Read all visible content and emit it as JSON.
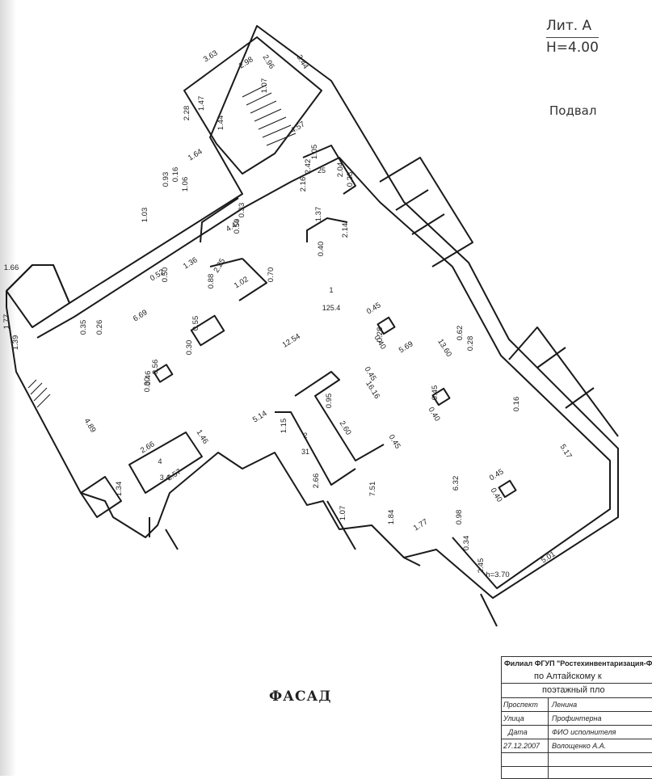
{
  "header": {
    "lit": "Лит. А",
    "height": "H=4.00",
    "level": "Подвал"
  },
  "facade_label": "ФАСАД",
  "stamp": {
    "org": "Филиал ФГУП \"Ростехинвентаризация-Ф",
    "dept": "по Алтайскому к",
    "title": "поэтажный пло",
    "rows": [
      {
        "label": "Проспект",
        "value": "Ленина"
      },
      {
        "label": "Улица",
        "value": "Профинтерна"
      },
      {
        "label": "Дата",
        "value": "ФИО исполнителя"
      },
      {
        "label": "27.12.2007",
        "value": "Волощенко А.А."
      }
    ]
  },
  "dimensions": [
    {
      "t": "3.63",
      "r": -32
    },
    {
      "t": "2.98",
      "r": -32
    },
    {
      "t": "2.96",
      "r": 58
    },
    {
      "t": "3.44",
      "r": 58
    },
    {
      "t": "1.47",
      "r": -90
    },
    {
      "t": "1.44",
      "r": -90
    },
    {
      "t": "2.28",
      "r": -90
    },
    {
      "t": "1.07",
      "r": -90
    },
    {
      "t": "4.57",
      "r": -32
    },
    {
      "t": "1.64",
      "r": -32
    },
    {
      "t": "0.93",
      "r": -90
    },
    {
      "t": "0.16",
      "r": -90
    },
    {
      "t": "1.06",
      "r": -90
    },
    {
      "t": "1.03",
      "r": -90
    },
    {
      "t": "1.05",
      "r": -90
    },
    {
      "t": "2.42",
      "r": -90
    },
    {
      "t": "2.04",
      "r": -90
    },
    {
      "t": "0.28",
      "r": -90
    },
    {
      "t": "2.16",
      "r": -90
    },
    {
      "t": "1.37",
      "r": -90
    },
    {
      "t": "2.14",
      "r": -90
    },
    {
      "t": "0.40",
      "r": -90
    },
    {
      "t": "0.33",
      "r": -90
    },
    {
      "t": "0.50",
      "r": -90
    },
    {
      "t": "4.47",
      "r": -32
    },
    {
      "t": "2.25",
      "r": -60
    },
    {
      "t": "1.02",
      "r": -32
    },
    {
      "t": "0.70",
      "r": -90
    },
    {
      "t": "1.36",
      "r": -32
    },
    {
      "t": "0.50",
      "r": -90
    },
    {
      "t": "0.52",
      "r": -32
    },
    {
      "t": "0.88",
      "r": -90
    },
    {
      "t": "0.35",
      "r": -90
    },
    {
      "t": "0.26",
      "r": -90
    },
    {
      "t": "6.69",
      "r": -32
    },
    {
      "t": "0.55",
      "r": -90
    },
    {
      "t": "0.30",
      "r": -90
    },
    {
      "t": "0.56",
      "r": -90
    },
    {
      "t": "0.46",
      "r": -90
    },
    {
      "t": "0.30",
      "r": -90
    },
    {
      "t": "0.28",
      "r": -90
    },
    {
      "t": "12.54",
      "r": -32
    },
    {
      "t": "0.45",
      "r": -32
    },
    {
      "t": "0.40",
      "r": 58
    },
    {
      "t": "5.69",
      "r": -32
    },
    {
      "t": "0.62",
      "r": -90
    },
    {
      "t": "0.28",
      "r": -90
    },
    {
      "t": "13.60",
      "r": 58
    },
    {
      "t": "0.45",
      "r": 58
    },
    {
      "t": "16.16",
      "r": 58
    },
    {
      "t": "0.95",
      "r": -90
    },
    {
      "t": "2.60",
      "r": 58
    },
    {
      "t": "0.45",
      "r": 58
    },
    {
      "t": "0.45",
      "r": -90
    },
    {
      "t": "0.40",
      "r": 58
    },
    {
      "t": "0.16",
      "r": -90
    },
    {
      "t": "5.17",
      "r": 58
    },
    {
      "t": "4.89",
      "r": 58
    },
    {
      "t": "5.14",
      "r": -32
    },
    {
      "t": "1.46",
      "r": 58
    },
    {
      "t": "2.66",
      "r": -32
    },
    {
      "t": "2.57",
      "r": -32
    },
    {
      "t": "1.34",
      "r": -90
    },
    {
      "t": "1.15",
      "r": -90
    },
    {
      "t": "2.66",
      "r": -90
    },
    {
      "t": "7.51",
      "r": -90
    },
    {
      "t": "1.07",
      "r": -90
    },
    {
      "t": "1.84",
      "r": -90
    },
    {
      "t": "1.77",
      "r": -32
    },
    {
      "t": "6.32",
      "r": -90
    },
    {
      "t": "0.45",
      "r": -32
    },
    {
      "t": "0.40",
      "r": 58
    },
    {
      "t": "0.98",
      "r": -90
    },
    {
      "t": "0.34",
      "r": -90
    },
    {
      "t": "2.45",
      "r": -90
    },
    {
      "t": "5.01",
      "r": -32
    },
    {
      "t": "h=3.70",
      "r": 0
    },
    {
      "t": "1.66",
      "r": 0
    },
    {
      "t": "1.77",
      "r": -90
    },
    {
      "t": "1.39",
      "r": -90
    }
  ],
  "room_labels": [
    {
      "t": "1",
      "r": 0
    },
    {
      "t": "125.4",
      "r": 0
    },
    {
      "t": "4",
      "r": 0
    },
    {
      "t": "3.4",
      "r": 0
    },
    {
      "t": "2",
      "r": 0
    },
    {
      "t": "31",
      "r": 0
    },
    {
      "t": "25",
      "r": 0
    }
  ]
}
